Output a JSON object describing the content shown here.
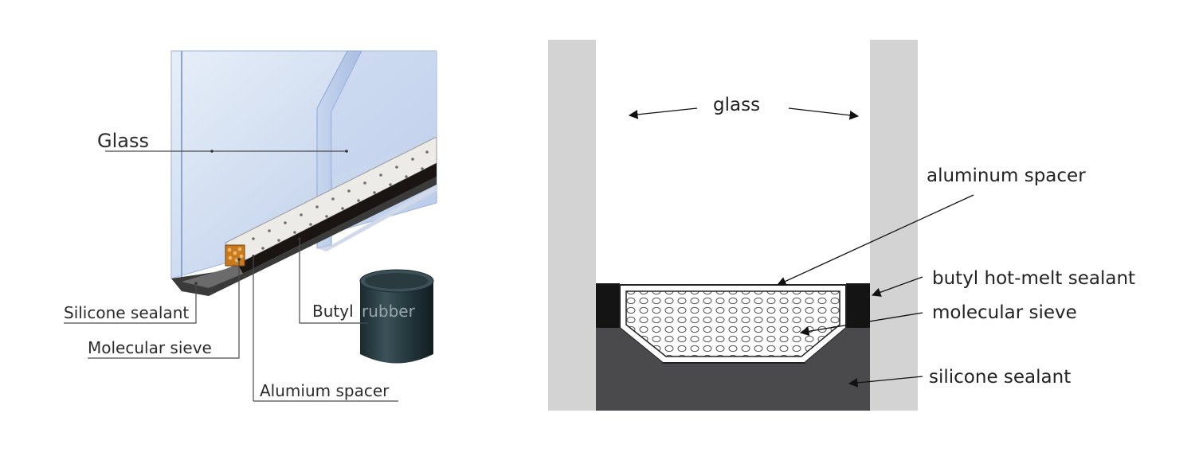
{
  "left_diagram": {
    "labels": {
      "glass": "Glass",
      "silicone_sealant": "Silicone sealant",
      "molecular_sieve": "Molecular sieve",
      "alumium_spacer": "Alumium spacer",
      "butyl": "Butyl",
      "rubber": "rubber"
    }
  },
  "right_diagram": {
    "labels": {
      "glass": "glass",
      "aluminum_spacer": "aluminum spacer",
      "butyl_hot_melt_sealant": "butyl hot-melt sealant",
      "molecular_sieve": "molecular sieve",
      "silicone_sealant": "silicone sealant"
    }
  },
  "colors": {
    "glass_pane": "#d3d3d3",
    "silicone_fill": "#4a4a4c",
    "butyl_fill": "#141414",
    "leader_line": "#333333",
    "glass_blue": "#b9cdea",
    "butyl_can": "#2c3e44"
  }
}
